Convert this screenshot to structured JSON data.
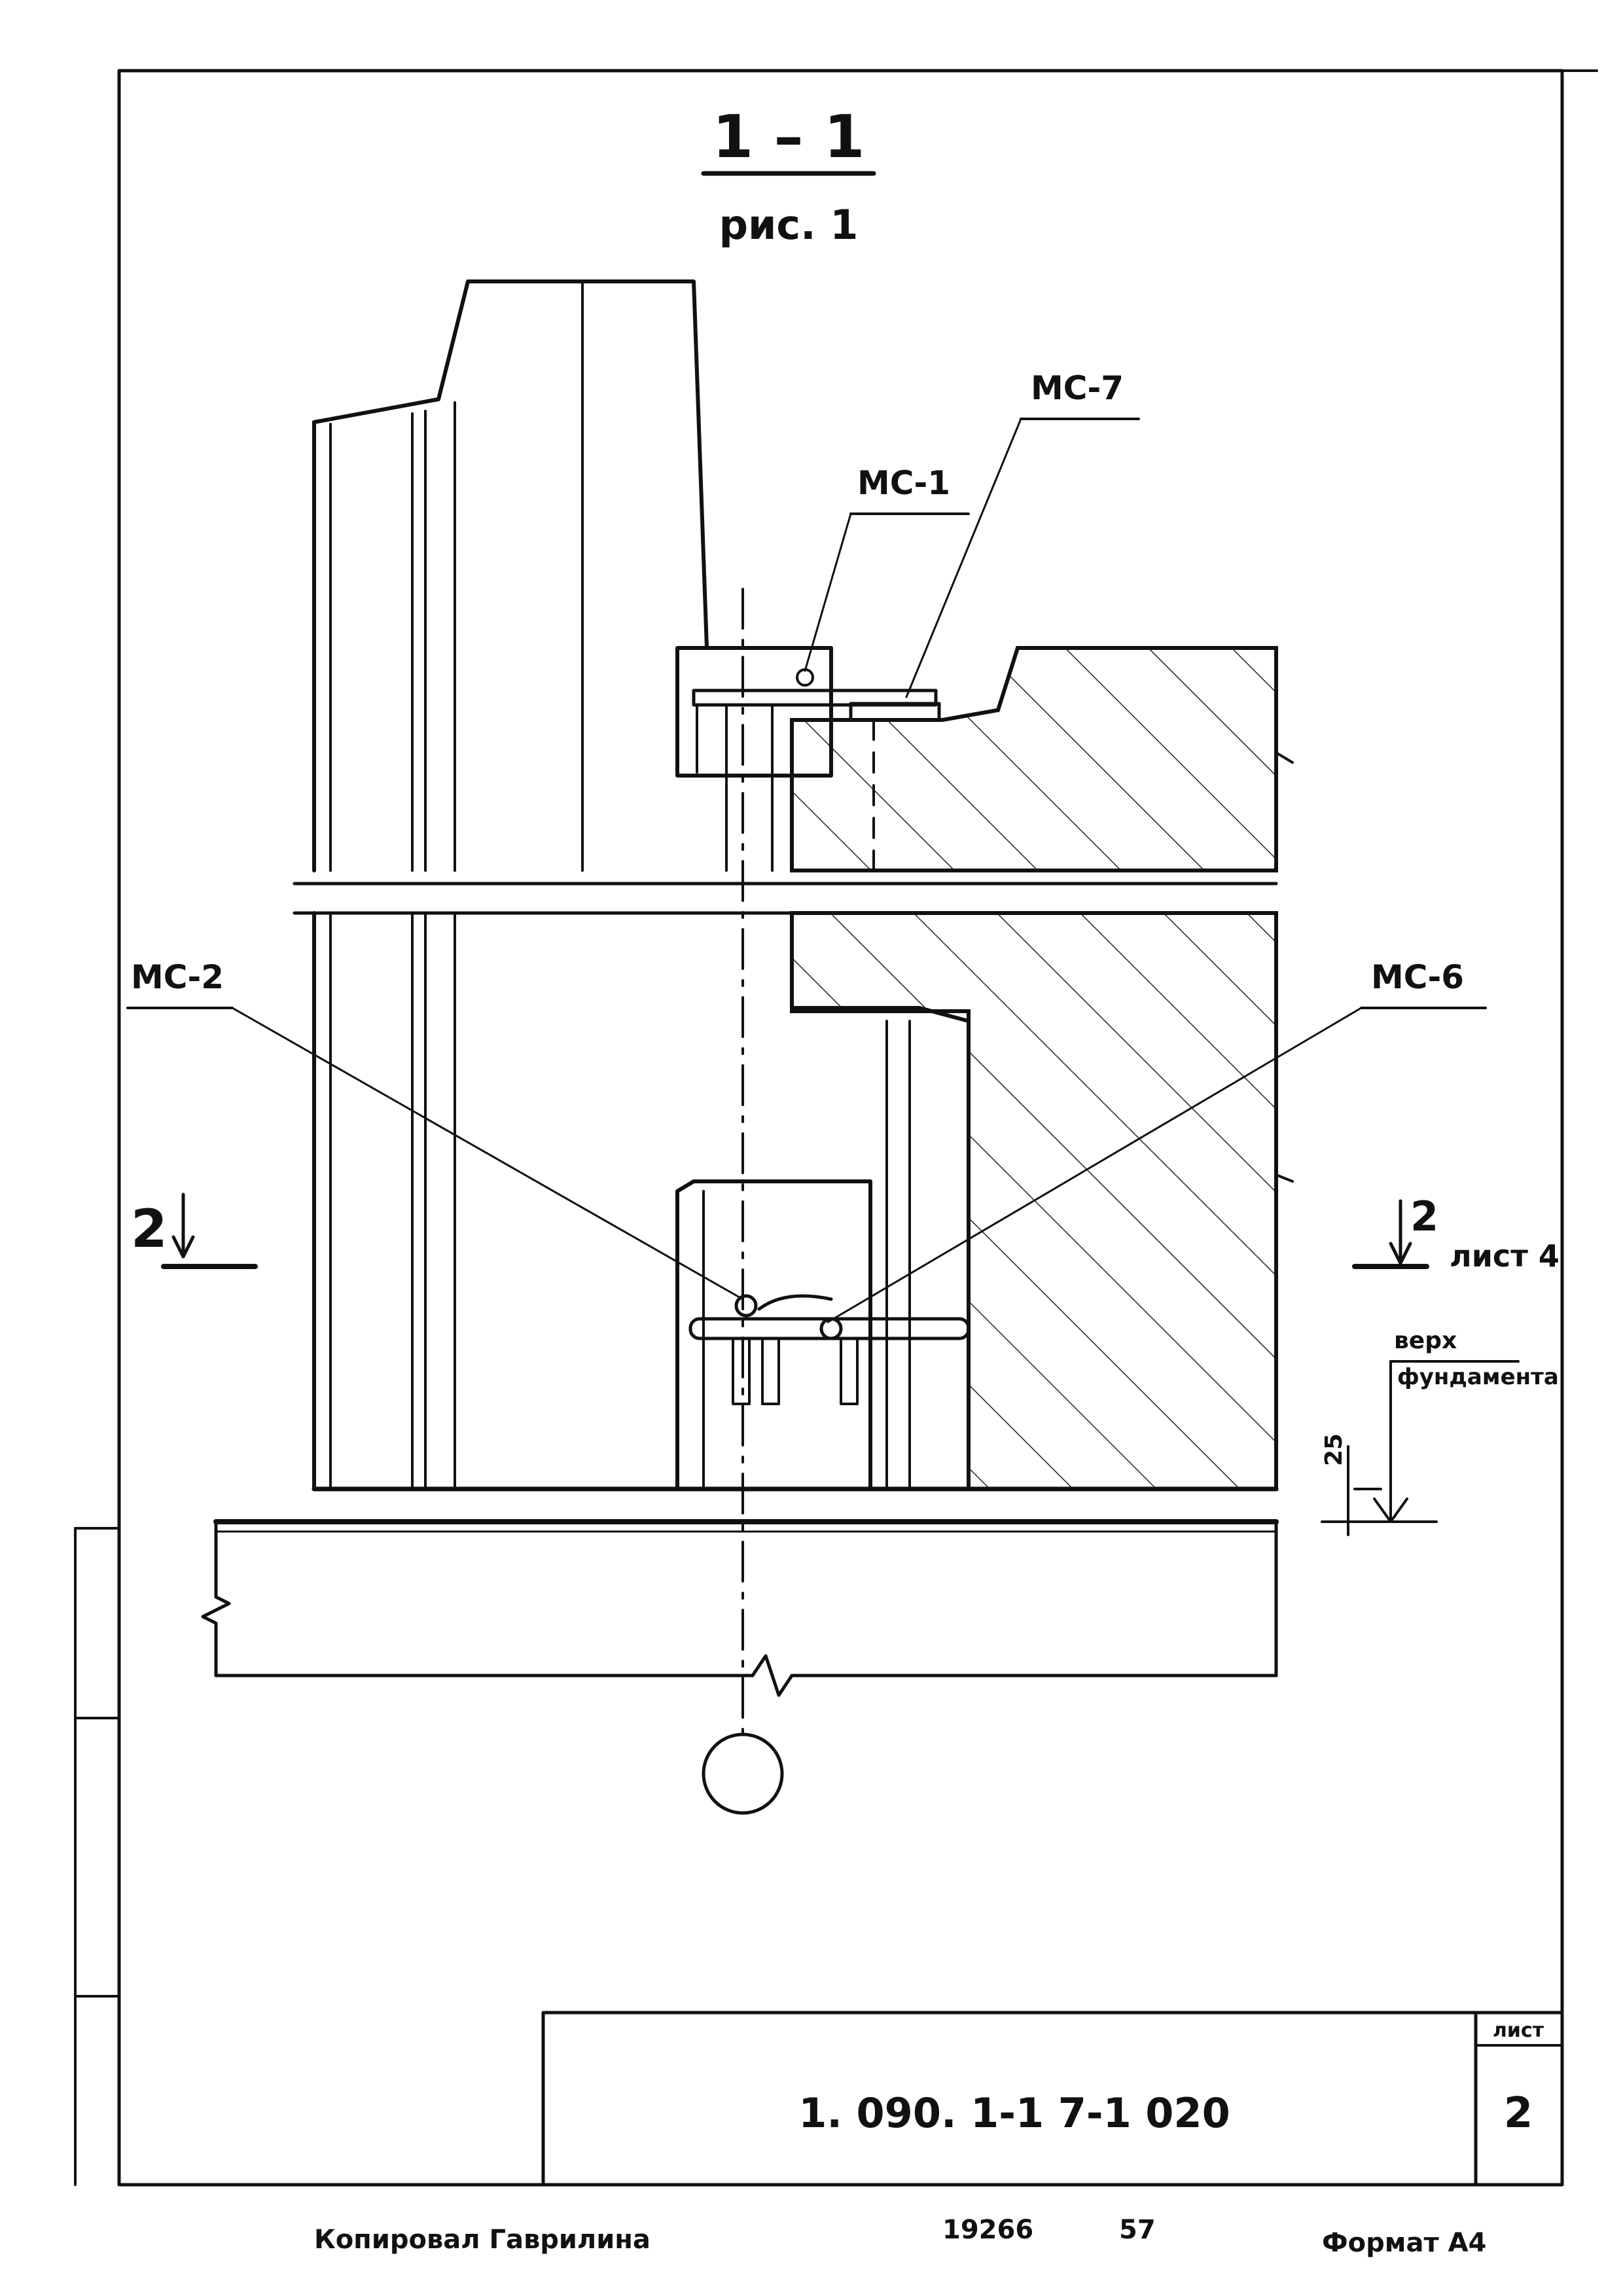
{
  "section": {
    "title": "1 – 1",
    "subtitle": "рис. 1"
  },
  "callouts": {
    "mc7": "МС-7",
    "mc1": "МС-1",
    "mc2": "МС-2",
    "mc6": "МС-6"
  },
  "cut_marks": {
    "left_number": "2",
    "right_number": "2",
    "right_sheet_ref": "лист 4"
  },
  "level": {
    "label_line1": "верх",
    "label_line2": "фундамента",
    "dimension": "25"
  },
  "title_block": {
    "doc_code": "1. 090. 1-1  7-1  020",
    "sheet_label": "лист",
    "sheet_number": "2"
  },
  "footer": {
    "copied_by": "Копировал Гаврилина",
    "number_a": "19266",
    "number_b": "57",
    "format": "Формат А4"
  },
  "colors": {
    "ink": "#111111",
    "paper": "#ffffff"
  }
}
